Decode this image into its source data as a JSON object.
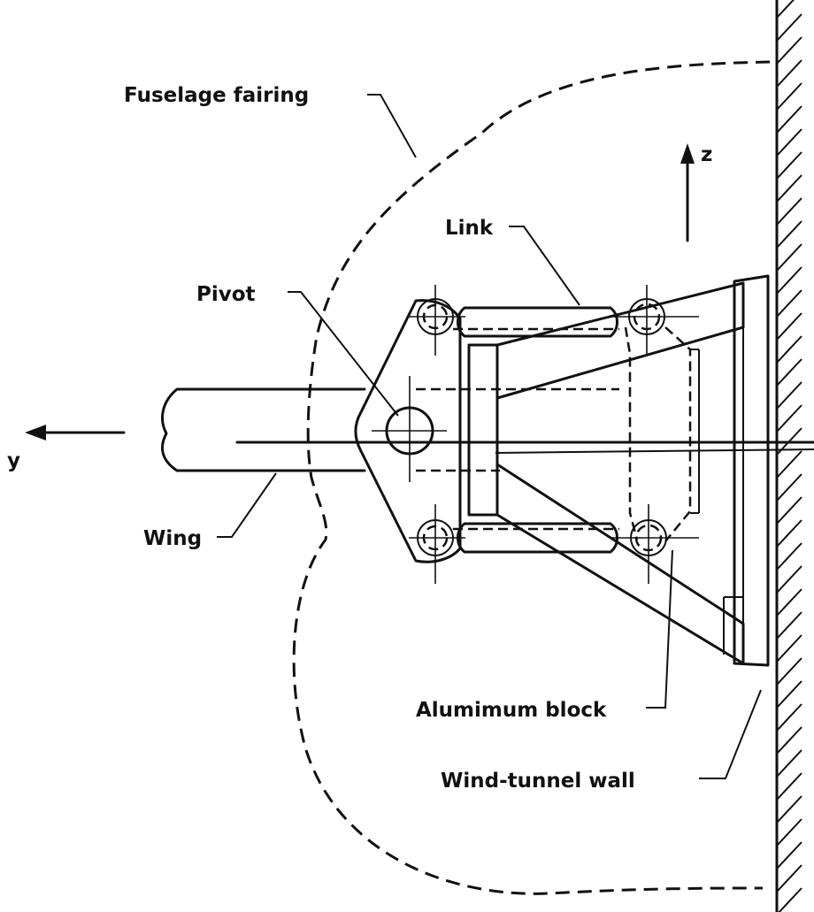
{
  "labels": {
    "fuselage_fairing": "Fuselage fairing",
    "link": "Link",
    "pivot": "Pivot",
    "wing": "Wing",
    "aluminum_block": "Alumimum block",
    "tunnel_wall": "Wind-tunnel wall",
    "axis_y": "y",
    "axis_z": "z"
  },
  "colors": {
    "ink": "#111111",
    "background": "#ffffff"
  }
}
